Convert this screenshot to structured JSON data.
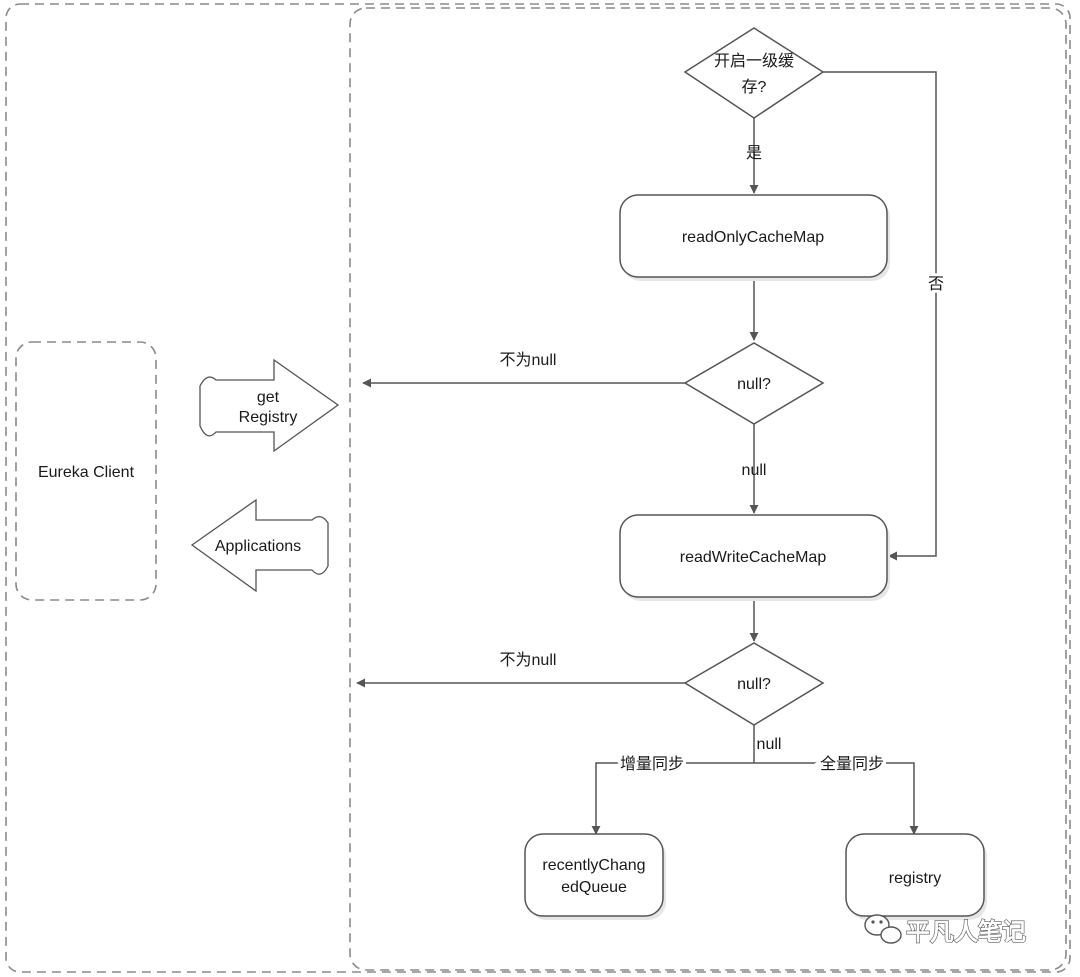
{
  "client": {
    "label": "Eureka Client"
  },
  "arrows": {
    "get_registry": {
      "line1": "get",
      "line2": "Registry"
    },
    "applications": {
      "label": "Applications"
    }
  },
  "flow": {
    "decision_cache": {
      "line1": "开启一级缓",
      "line2": "存?"
    },
    "yes_label": "是",
    "no_label": "否",
    "readonly_map": "readOnlyCacheMap",
    "null_check_1": "null?",
    "not_null_1": "不为null",
    "null_1": "null",
    "readwrite_map": "readWriteCacheMap",
    "null_check_2": "null?",
    "not_null_2": "不为null",
    "null_2": "null",
    "incremental_sync": "增量同步",
    "full_sync": "全量同步",
    "recent_queue": {
      "line1": "recentlyChang",
      "line2": "edQueue"
    },
    "registry": "registry"
  },
  "watermark": {
    "text": "平凡人笔记",
    "icon": "wechat-icon"
  },
  "colors": {
    "line": "#555555",
    "dash": "#8a8a8a",
    "shadow": "#e6e6e6"
  }
}
